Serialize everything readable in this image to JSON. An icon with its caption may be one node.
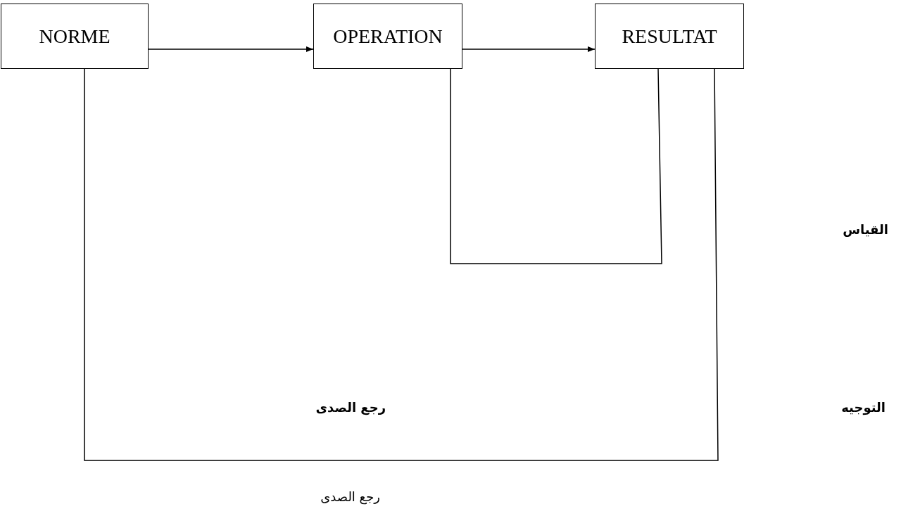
{
  "diagram": {
    "nodes": [
      {
        "text": [
          "NORME"
        ]
      },
      {
        "text": [
          "OPERATION"
        ]
      },
      {
        "text": [
          "RESULTAT"
        ]
      }
    ],
    "edges": [
      {
        "from": 0,
        "to": 1,
        "arrow": "to"
      },
      {
        "from": 1,
        "to": 2,
        "arrow": "to"
      },
      {
        "from": 1,
        "to": 2,
        "arrow": "none"
      },
      {
        "from": 0,
        "to": 2,
        "arrow": "none"
      }
    ],
    "labels": [
      "القياس",
      "التوجيه",
      "رجع الصدى",
      "رجع الصدى"
    ]
  }
}
